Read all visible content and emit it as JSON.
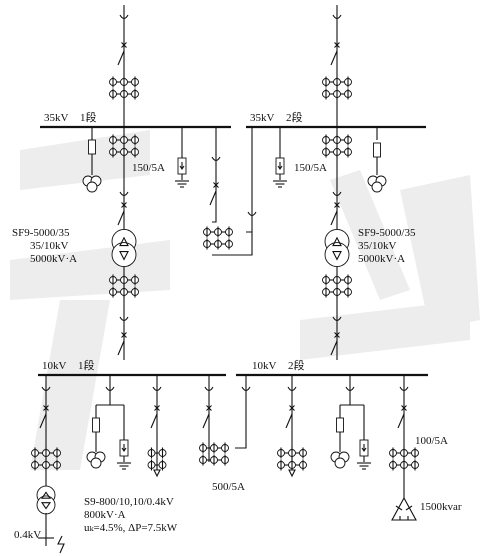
{
  "bus_35kv_left": {
    "voltage": "35kV",
    "section": "1段"
  },
  "bus_35kv_right": {
    "voltage": "35kV",
    "section": "2段"
  },
  "bus_10kv_left": {
    "voltage": "10kV",
    "section": "1段"
  },
  "bus_10kv_right": {
    "voltage": "10kV",
    "section": "2段"
  },
  "ct_35_left": "150/5A",
  "ct_35_right": "150/5A",
  "transformer_left": {
    "model": "SF9-5000/35",
    "ratio": "35/10kV",
    "capacity": "5000kV·A"
  },
  "transformer_right": {
    "model": "SF9-5000/35",
    "ratio": "35/10kV",
    "capacity": "5000kV·A"
  },
  "ct_10_tie": "500/5A",
  "ct_10_right": "100/5A",
  "capacitor": "1500kvar",
  "station_transformer": {
    "model": "S9-800/10,10/0.4kV",
    "capacity": "800kV·A",
    "params": "uₖ=4.5%, ΔP=7.5kW"
  },
  "low_voltage": "0.4kV",
  "colors": {
    "line": "#111111",
    "watermark": "#e9e9e9"
  }
}
